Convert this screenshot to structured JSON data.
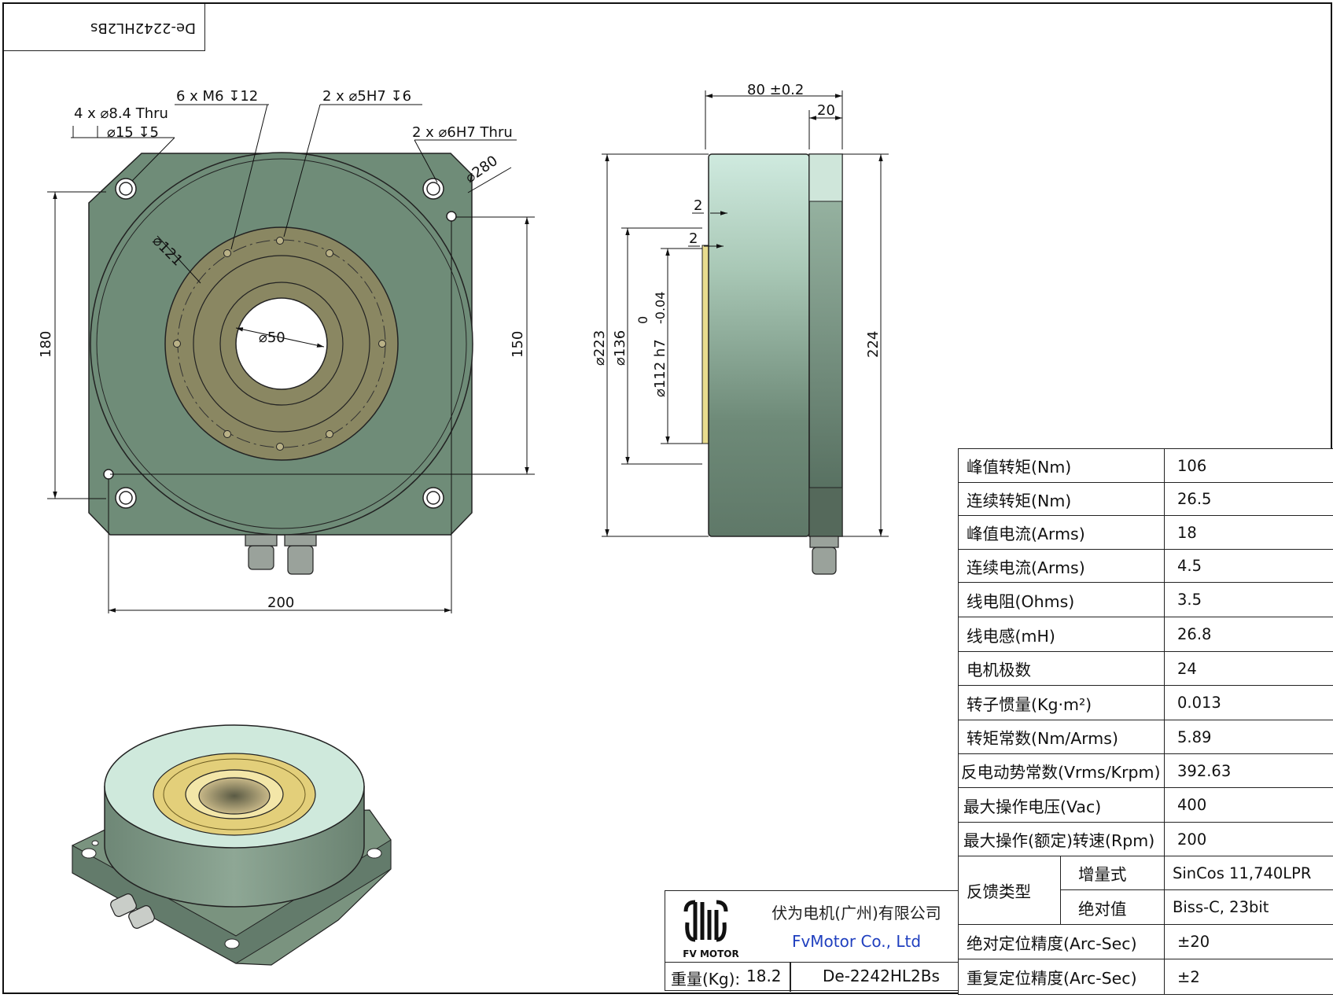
{
  "corner_label": "De-2242HL2Bs",
  "front_view": {
    "callouts": {
      "thru_holes": "4 x ⌀8.4 Thru",
      "counterbore": "⌀15 ↧5",
      "m6_holes": "6 x M6 ↧12",
      "h7_5_holes": "2 x ⌀5H7 ↧6",
      "h7_6_holes": "2 x ⌀6H7 Thru",
      "dia_280": "⌀280",
      "dia_121": "⌀121",
      "dia_50": "⌀50"
    },
    "dims": {
      "height_180": "180",
      "height_150": "150",
      "width_200": "200"
    }
  },
  "side_view": {
    "dims": {
      "depth": "80 ±0.2",
      "flange": "20",
      "step_a": "2",
      "step_b": "2",
      "dia_223": "⌀223",
      "dia_136": "⌀136",
      "dia_112": "⌀112 h7",
      "tol_upper": "0",
      "tol_lower": "-0.04",
      "height_224": "224"
    }
  },
  "specs": [
    {
      "label": "峰值转矩(Nm)",
      "value": "106"
    },
    {
      "label": "连续转矩(Nm)",
      "value": "26.5"
    },
    {
      "label": "峰值电流(Arms)",
      "value": "18"
    },
    {
      "label": "连续电流(Arms)",
      "value": "4.5"
    },
    {
      "label": "线电阻(Ohms)",
      "value": "3.5"
    },
    {
      "label": "线电感(mH)",
      "value": "26.8"
    },
    {
      "label": "电机极数",
      "value": "24"
    },
    {
      "label": "转子惯量(Kg·m²)",
      "value": "0.013"
    },
    {
      "label": "转矩常数(Nm/Arms)",
      "value": "5.89"
    },
    {
      "label": "反电动势常数(Vrms/Krpm)",
      "value": "392.63"
    },
    {
      "label": "最大操作电压(Vac)",
      "value": "400"
    },
    {
      "label": "最大操作(额定)转速(Rpm)",
      "value": "200"
    }
  ],
  "feedback": {
    "label": "反馈类型",
    "types": [
      {
        "label": "增量式",
        "value": "SinCos 11,740LPR"
      },
      {
        "label": "绝对值",
        "value": "Biss-C, 23bit"
      }
    ]
  },
  "accuracy": [
    {
      "label": "绝对定位精度(Arc-Sec)",
      "value": "±20"
    },
    {
      "label": "重复定位精度(Arc-Sec)",
      "value": "±2"
    }
  ],
  "title_block": {
    "logo_text": "FV MOTOR",
    "company_cn": "伏为电机(广州)有限公司",
    "company_en": "FvMotor Co., Ltd",
    "weight_label": "重量(Kg):",
    "weight_value": "18.2",
    "part_number": "De-2242HL2Bs"
  },
  "colors": {
    "housing": "#6f8c78",
    "housing_light": "#7d9a86",
    "rotor": "#8a8762",
    "iso_top": "#cfe9dc",
    "iso_side": "#728a7b",
    "gold": "#e3cf7a",
    "line": "#111111"
  }
}
